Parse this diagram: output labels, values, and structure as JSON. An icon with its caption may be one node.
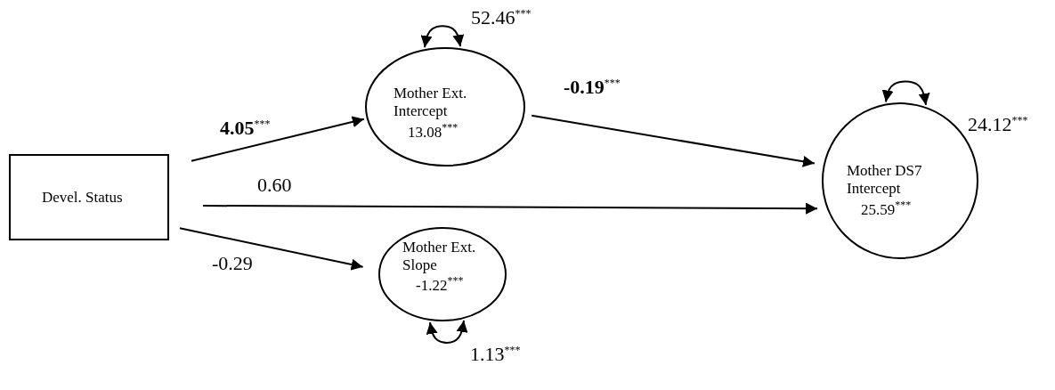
{
  "diagram": {
    "nodes": [
      {
        "text": [
          "Devel. Status"
        ]
      },
      {
        "text": [
          "Mother Ext. Intercept",
          "13.08$^{***}$"
        ]
      },
      {
        "text": [
          "Mother DS7 Intercept",
          "25.59$^{***}$"
        ]
      },
      {
        "text": [
          "Mother Ext. Slope",
          "-1.22$^{***}$"
        ]
      }
    ],
    "edges": [
      {
        "from": 0,
        "to": 1,
        "arrow": "to",
        "label": "**4.05**$^{***}$"
      },
      {
        "from": 1,
        "to": 2,
        "arrow": "to",
        "label": "**-0.19**$^{***}$"
      },
      {
        "from": 0,
        "to": 2,
        "arrow": "to",
        "label": "0.60"
      },
      {
        "from": 0,
        "to": 3,
        "arrow": "to",
        "label": "-0.29"
      },
      {
        "from": 1,
        "to": 1,
        "arrow": "both",
        "label": "52.46$^{***}$"
      },
      {
        "from": 2,
        "to": 2,
        "arrow": "both",
        "label": "24.12$^{***}$"
      },
      {
        "from": 3,
        "to": 3,
        "arrow": "both",
        "label": "1.13$^{***}$"
      }
    ]
  }
}
